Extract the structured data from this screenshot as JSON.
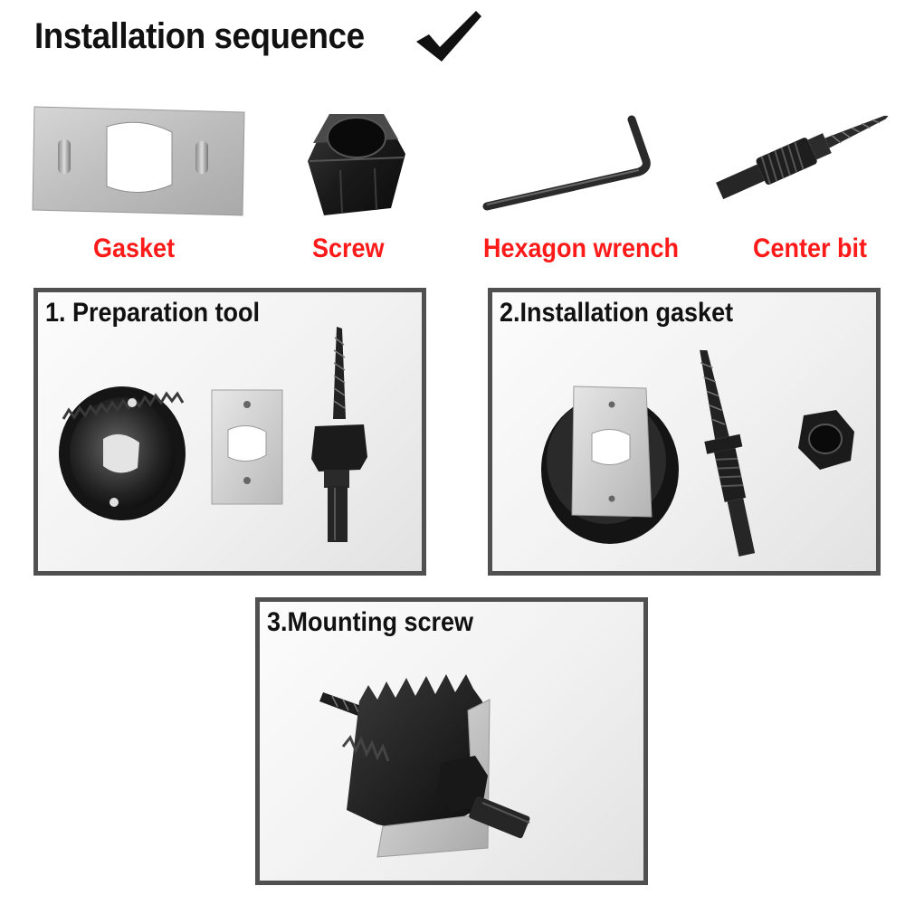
{
  "header": {
    "title": "Installation sequence"
  },
  "parts": [
    {
      "label": "Gasket"
    },
    {
      "label": "Screw"
    },
    {
      "label": "Hexagon wrench"
    },
    {
      "label": "Center bit"
    }
  ],
  "steps": [
    {
      "title": "1. Preparation tool"
    },
    {
      "title": "2.Installation gasket"
    },
    {
      "title": "3.Mounting screw"
    }
  ],
  "colors": {
    "label_red": "#ff1a1a",
    "panel_border": "#505050",
    "metal": "#c9c9c9",
    "steel_black": "#1c1c1c"
  }
}
